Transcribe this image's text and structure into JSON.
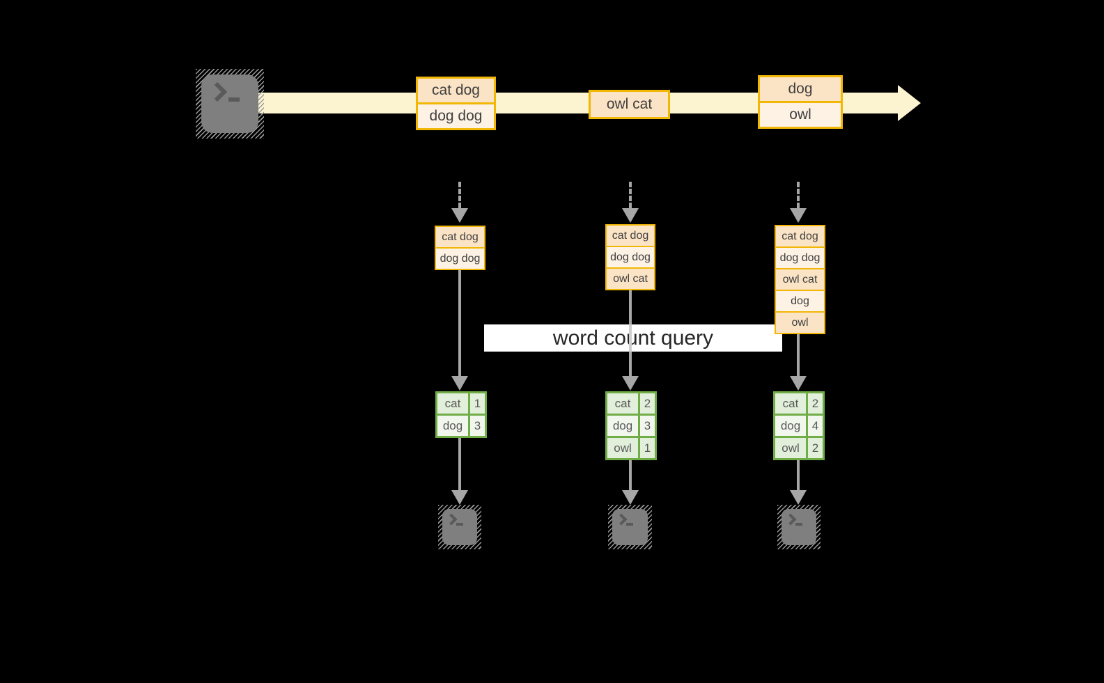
{
  "title": "streaming word count dataflow diagram",
  "colors": {
    "background": "#000000",
    "stream_arrow": "#FCF3D0",
    "record_border": "#F2B705",
    "record_fill_dark": "#FBE3C5",
    "record_fill_light": "#FDF2E4",
    "table_border": "#70AD47",
    "table_fill_dark": "#E2EFDA",
    "table_fill_light": "#F2F7EE",
    "connector": "#A6A6A6",
    "terminal": "#7F7F7F"
  },
  "stream": {
    "source_icon": "terminal-icon",
    "batches": [
      {
        "lines": [
          "cat dog",
          "dog dog"
        ]
      },
      {
        "lines": [
          "owl cat"
        ]
      },
      {
        "lines": [
          "dog",
          "owl"
        ]
      }
    ]
  },
  "query_label": "word count query",
  "columns": [
    {
      "input_lines": [
        "cat dog",
        "dog dog"
      ],
      "counts": [
        {
          "word": "cat",
          "count": "1"
        },
        {
          "word": "dog",
          "count": "3"
        }
      ],
      "sink_icon": "terminal-icon"
    },
    {
      "input_lines": [
        "cat dog",
        "dog dog",
        "owl cat"
      ],
      "counts": [
        {
          "word": "cat",
          "count": "2"
        },
        {
          "word": "dog",
          "count": "3"
        },
        {
          "word": "owl",
          "count": "1"
        }
      ],
      "sink_icon": "terminal-icon"
    },
    {
      "input_lines": [
        "cat dog",
        "dog dog",
        "owl cat",
        "dog",
        "owl"
      ],
      "counts": [
        {
          "word": "cat",
          "count": "2"
        },
        {
          "word": "dog",
          "count": "4"
        },
        {
          "word": "owl",
          "count": "2"
        }
      ],
      "sink_icon": "terminal-icon"
    }
  ]
}
